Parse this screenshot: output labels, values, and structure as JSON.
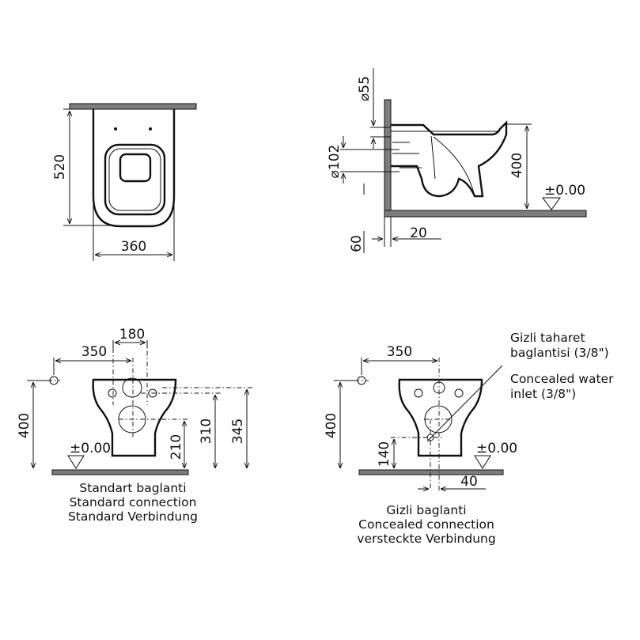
{
  "top_view": {
    "depth": "520",
    "width": "360"
  },
  "side_view": {
    "pipe_small": "⌀55",
    "pipe_large": "⌀102",
    "height": "400",
    "floor_level": "±0.00",
    "wall_offset": "60",
    "gap": "20"
  },
  "front_standard": {
    "dim_180": "180",
    "dim_350": "350",
    "dim_400": "400",
    "dim_210": "210",
    "dim_310": "310",
    "dim_345": "345",
    "floor_level": "±0.00",
    "caption": [
      "Standart baglanti",
      "Standard connection",
      "Standard Verbindung"
    ]
  },
  "front_concealed": {
    "dim_350": "350",
    "dim_400": "400",
    "dim_140": "140",
    "dim_40": "40",
    "floor_level": "±0.00",
    "callout": [
      "Gizli taharet",
      "baglantisi (3/8\")",
      "Concealed water",
      "inlet (3/8\")"
    ],
    "caption": [
      "Gizli baglanti",
      "Concealed connection",
      "versteckte Verbindung"
    ]
  }
}
